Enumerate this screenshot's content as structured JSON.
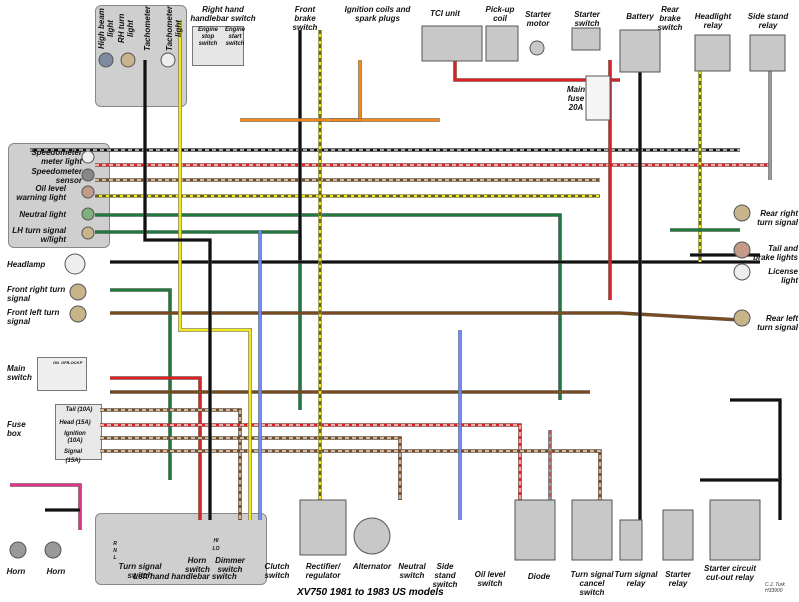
{
  "title": "XV750 1981 to 1983 US models",
  "credit": [
    "C.J. Turk",
    "H33900"
  ],
  "colors": {
    "red": "#e02020",
    "black": "#111111",
    "green": "#1e7a3a",
    "yellow": "#f2e81f",
    "blue": "#6f8cff",
    "brown": "#7a4a1c",
    "orange": "#f08a1c",
    "grey": "#9a9a9a",
    "pink": "#e0338a",
    "white": "#ffffff"
  },
  "labels": {
    "high_beam": "High beam light",
    "rh_turn": "RH turn light",
    "tachometer": "Tachometer",
    "tacho_light": "Tachometer light",
    "rh_switch": "Right hand handlebar switch",
    "engine_stop": "Engine stop switch",
    "engine_start": "Engine start switch",
    "front_brake": "Front brake switch",
    "ignition_coils": "Ignition coils and spark plugs",
    "tci": "TCI unit",
    "pickup": "Pick-up coil",
    "starter_motor": "Starter motor",
    "starter_switch": "Starter switch",
    "battery": "Battery",
    "main_fuse": "Main fuse 20A",
    "rear_brake": "Rear brake switch",
    "headlight_relay": "Headlight relay",
    "side_stand_relay": "Side stand relay",
    "speedo_light": "Speedometer meter light",
    "speedo_sensor": "Speedometer sensor",
    "oil_warning": "Oil level warning light",
    "neutral_light": "Neutral light",
    "lh_turn_light": "LH turn signal w/light",
    "headlamp": "Headlamp",
    "front_right": "Front right turn signal",
    "front_left": "Front left turn signal",
    "main_switch": "Main switch",
    "fuse_box": "Fuse box",
    "rear_right": "Rear right turn signal",
    "tail_brake": "Tail and brake lights",
    "license": "License light",
    "rear_left": "Rear left turn signal",
    "horn1": "Horn",
    "horn2": "Horn",
    "lh_switch": "Left hand handlebar switch",
    "turn_signal_switch": "Turn signal switch",
    "horn_switch": "Horn switch",
    "dimmer_switch": "Dimmer switch",
    "clutch": "Clutch switch",
    "rectifier": "Rectifier/ regulator",
    "alternator": "Alternator",
    "neutral_switch": "Neutral switch",
    "side_stand_switch": "Side stand switch",
    "oil_level_switch": "Oil level switch",
    "diode": "Diode",
    "cancel_switch": "Turn signal cancel switch",
    "turn_relay": "Turn signal relay",
    "starter_relay": "Starter relay",
    "cutout_relay": "Starter circuit cut-out relay"
  },
  "fuses": [
    "Tail (10A)",
    "Head (15A)",
    "Ignition (10A)",
    "Signal (15A)"
  ],
  "main_switch_cols": [
    "ON",
    "OFF",
    "LOCK",
    "P"
  ],
  "dimmer_pos": [
    "HI",
    "LO"
  ],
  "turn_pos": [
    "R",
    "N",
    "L"
  ]
}
